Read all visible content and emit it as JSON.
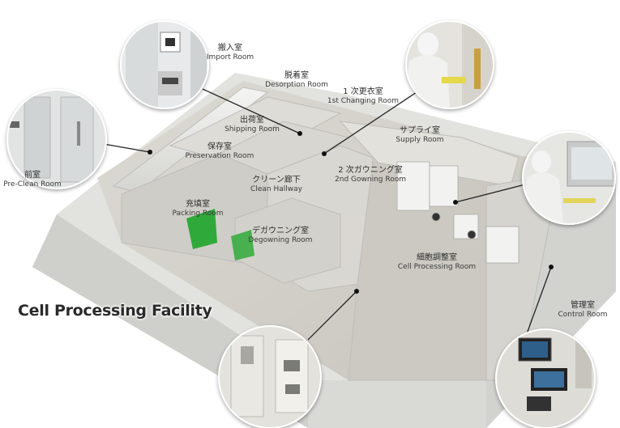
{
  "title": "Cell Processing Facility",
  "rooms": [
    {
      "jp": "搬入室",
      "en": "Import Room"
    },
    {
      "jp": "脱着室",
      "en": "Desorption Room"
    },
    {
      "jp": "1 次更衣室",
      "en": "1st Changing Room"
    },
    {
      "jp": "出荷室",
      "en": "Shipping Room"
    },
    {
      "jp": "保存室",
      "en": "Preservation Room"
    },
    {
      "jp": "サプライ室",
      "en": "Supply Room"
    },
    {
      "jp": "前室",
      "en": "Pre-Clean Room"
    },
    {
      "jp": "クリーン廊下",
      "en": "Clean Hallway"
    },
    {
      "jp": "2 次ガウニング室",
      "en": "2nd Gowning Room"
    },
    {
      "jp": "充填室",
      "en": "Packing Room"
    },
    {
      "jp": "デガウニング室",
      "en": "Degowning Room"
    },
    {
      "jp": "細胞調整室",
      "en": "Cell Processing Room"
    },
    {
      "jp": "管理室",
      "en": "Control Room"
    }
  ],
  "photos": [
    {
      "subject": "import-room-photo"
    },
    {
      "subject": "changing-room-photo"
    },
    {
      "subject": "pre-clean-room-photo"
    },
    {
      "subject": "cell-processing-room-photo"
    },
    {
      "subject": "entrance-door-photo"
    },
    {
      "subject": "control-room-photo"
    }
  ],
  "colors": {
    "floor": "#d6d4cf",
    "wall_top": "#ececea",
    "wall_side": "#c9c9c6",
    "accent_floor": "#2faa3a",
    "leader": "#222222",
    "photo_border": "#ffffff"
  }
}
